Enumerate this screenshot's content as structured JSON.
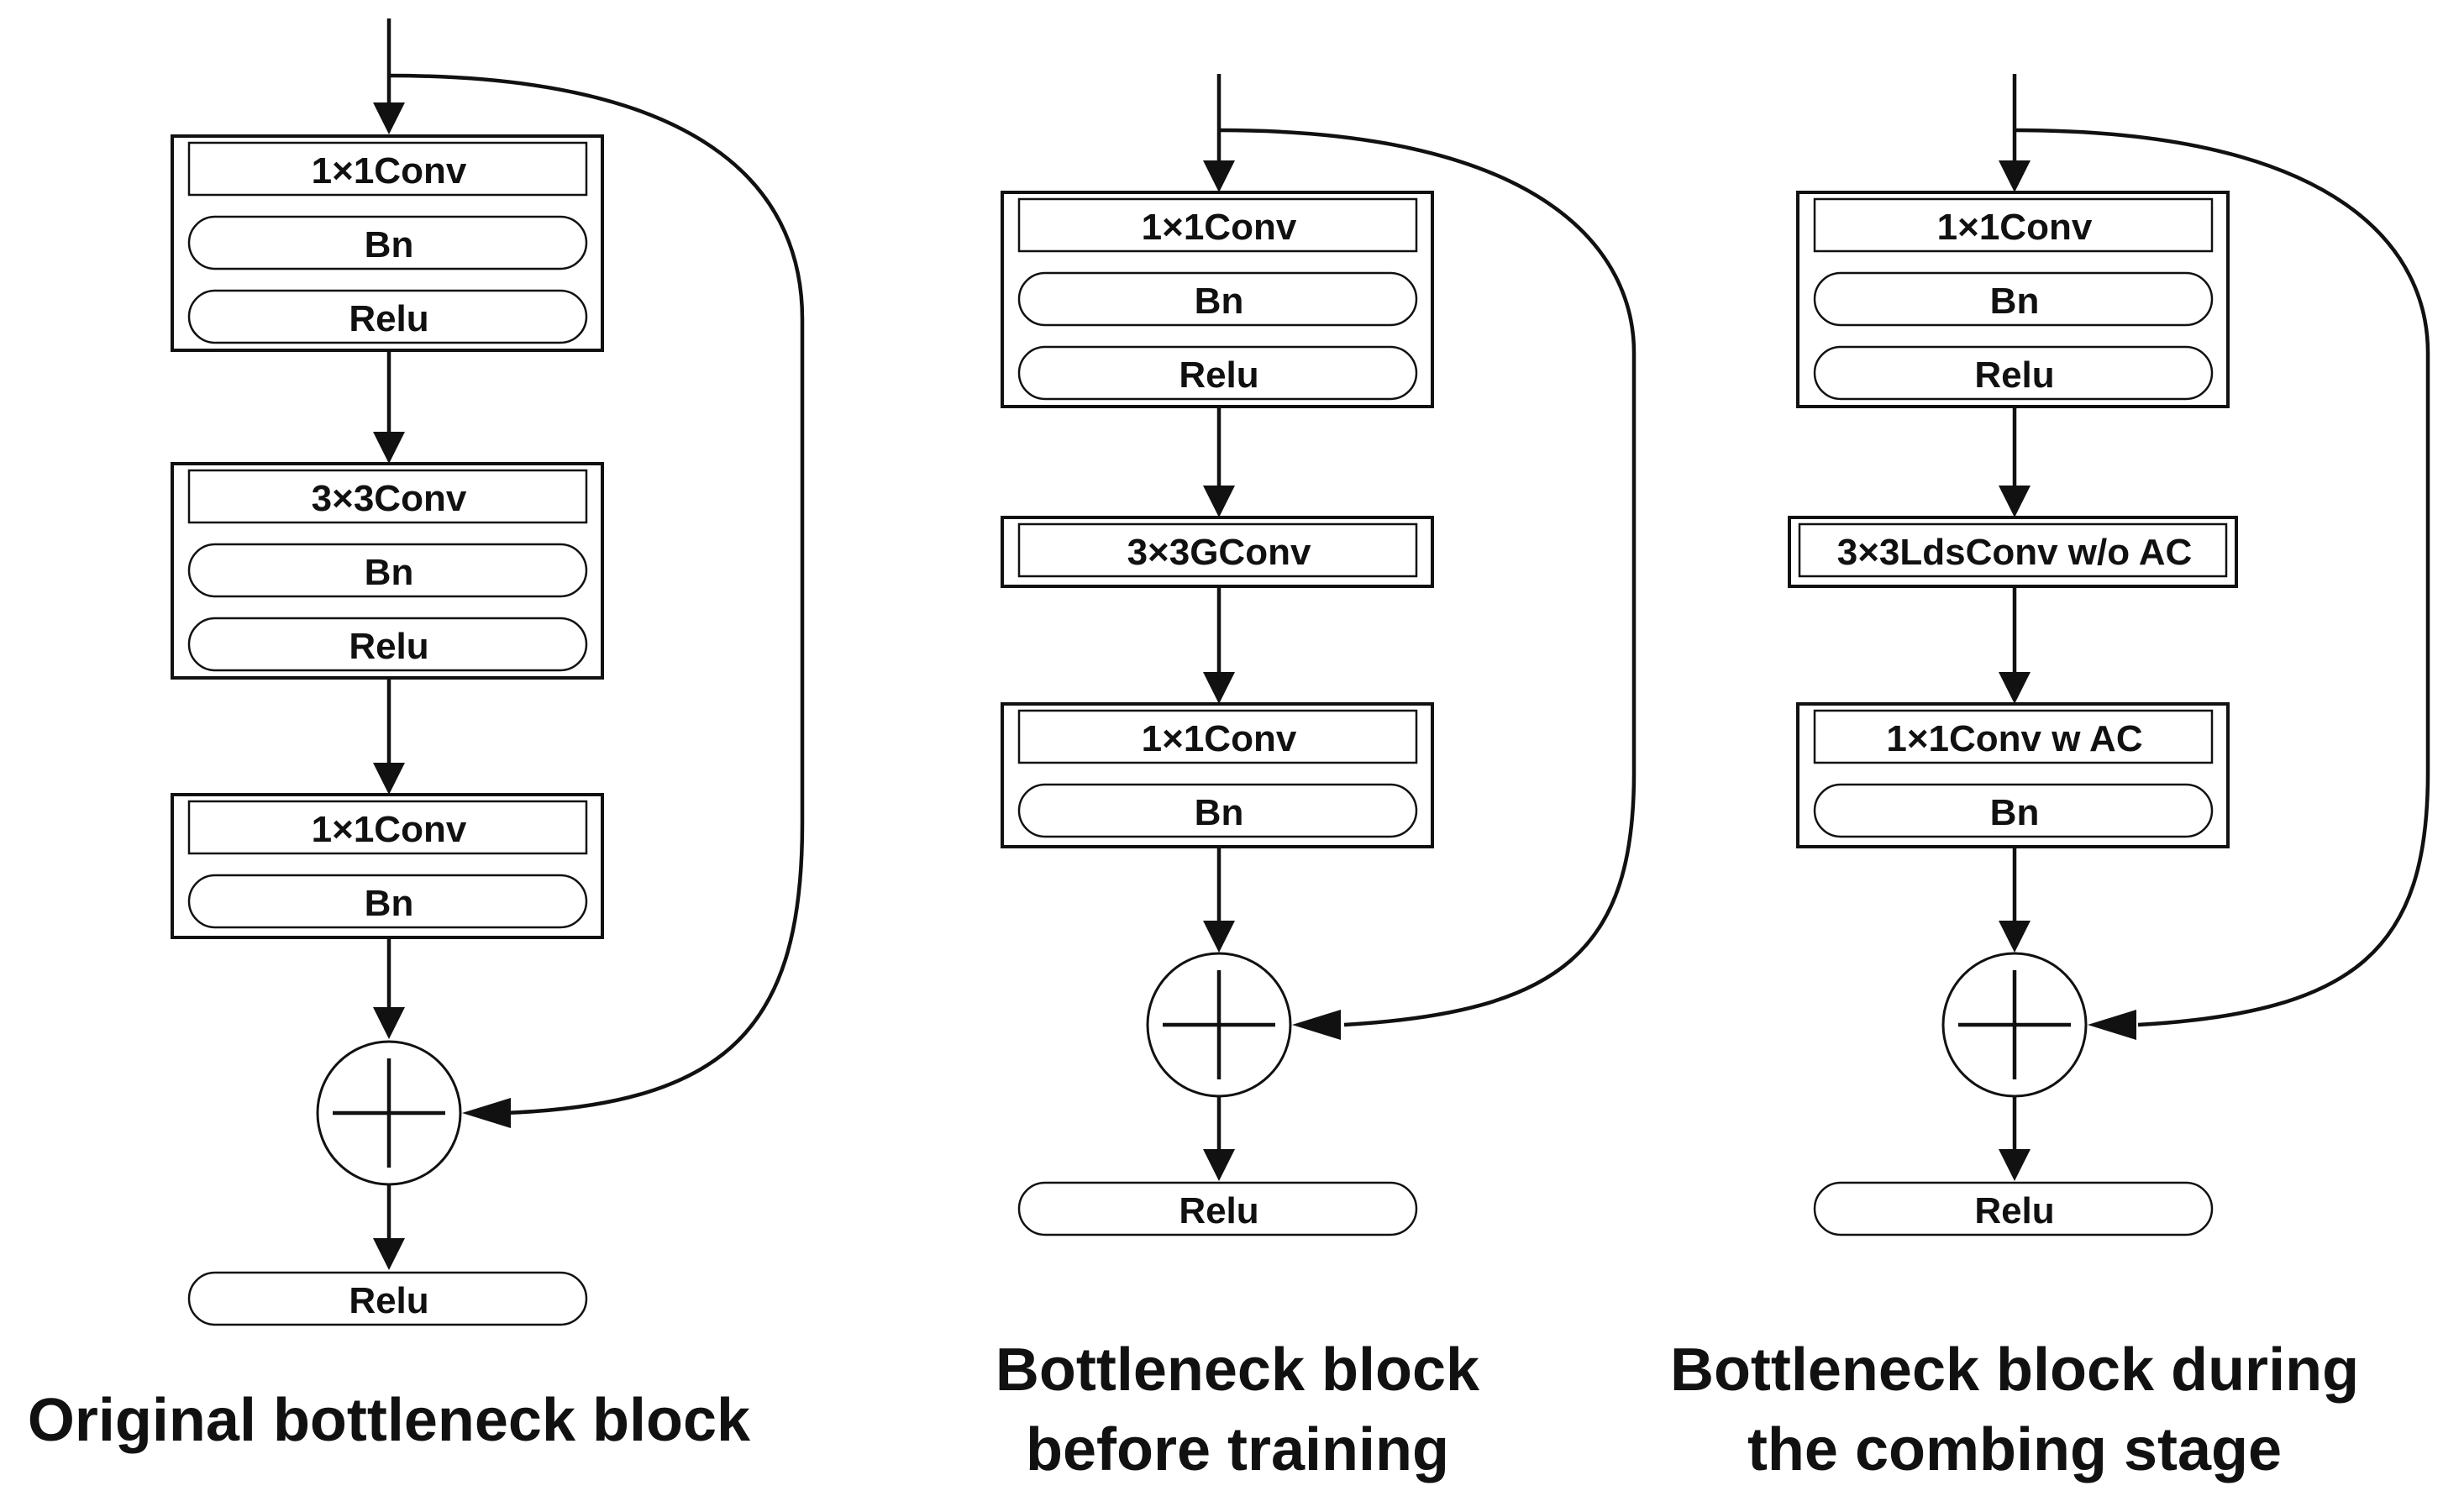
{
  "diagrams": [
    {
      "caption": [
        "Original bottleneck block"
      ],
      "layers": [
        [
          "1×1Conv",
          "Bn",
          "Relu"
        ],
        [
          "3×3Conv",
          "Bn",
          "Relu"
        ],
        [
          "1×1Conv",
          "Bn"
        ]
      ],
      "output": "Relu"
    },
    {
      "caption": [
        "Bottleneck block",
        "before training"
      ],
      "layers": [
        [
          "1×1Conv",
          "Bn",
          "Relu"
        ],
        [
          "3×3GConv"
        ],
        [
          "1×1Conv",
          "Bn"
        ]
      ],
      "output": "Relu"
    },
    {
      "caption": [
        "Bottleneck block during",
        "the combing stage"
      ],
      "layers": [
        [
          "1×1Conv",
          "Bn",
          "Relu"
        ],
        [
          "3×3LdsConv w/o AC"
        ],
        [
          "1×1Conv w AC",
          "Bn"
        ]
      ],
      "output": "Relu"
    }
  ]
}
